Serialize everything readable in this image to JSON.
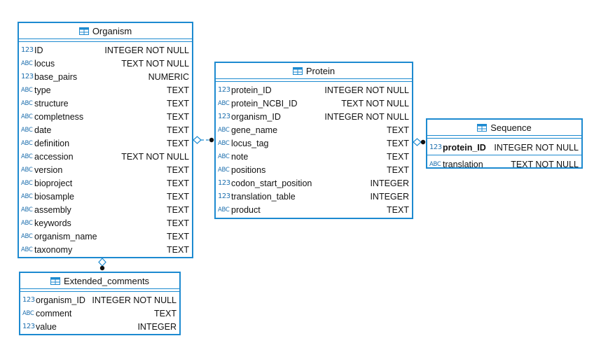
{
  "colors": {
    "border": "#1d8ad0",
    "icon": "#1d6fae",
    "connector": "#1d8ad0"
  },
  "icons": {
    "table": "table-icon",
    "number_type": "123",
    "text_type": "ABC"
  },
  "entities": {
    "organism": {
      "name": "Organism",
      "columns": [
        {
          "icon": "123",
          "name": "ID",
          "type": "INTEGER NOT NULL"
        },
        {
          "icon": "ABC",
          "name": "locus",
          "type": "TEXT NOT NULL"
        },
        {
          "icon": "123",
          "name": "base_pairs",
          "type": "NUMERIC"
        },
        {
          "icon": "ABC",
          "name": "type",
          "type": "TEXT"
        },
        {
          "icon": "ABC",
          "name": "structure",
          "type": "TEXT"
        },
        {
          "icon": "ABC",
          "name": "completness",
          "type": "TEXT"
        },
        {
          "icon": "ABC",
          "name": "date",
          "type": "TEXT"
        },
        {
          "icon": "ABC",
          "name": "definition",
          "type": "TEXT"
        },
        {
          "icon": "ABC",
          "name": "accession",
          "type": "TEXT NOT NULL"
        },
        {
          "icon": "ABC",
          "name": "version",
          "type": "TEXT"
        },
        {
          "icon": "ABC",
          "name": "bioproject",
          "type": "TEXT"
        },
        {
          "icon": "ABC",
          "name": "biosample",
          "type": "TEXT"
        },
        {
          "icon": "ABC",
          "name": "assembly",
          "type": "TEXT"
        },
        {
          "icon": "ABC",
          "name": "keywords",
          "type": "TEXT"
        },
        {
          "icon": "ABC",
          "name": "organism_name",
          "type": "TEXT"
        },
        {
          "icon": "ABC",
          "name": "taxonomy",
          "type": "TEXT"
        }
      ]
    },
    "protein": {
      "name": "Protein",
      "columns": [
        {
          "icon": "123",
          "name": "protein_ID",
          "type": "INTEGER NOT NULL"
        },
        {
          "icon": "ABC",
          "name": "protein_NCBI_ID",
          "type": "TEXT NOT NULL"
        },
        {
          "icon": "123",
          "name": "organism_ID",
          "type": "INTEGER NOT NULL"
        },
        {
          "icon": "ABC",
          "name": "gene_name",
          "type": "TEXT"
        },
        {
          "icon": "ABC",
          "name": "locus_tag",
          "type": "TEXT"
        },
        {
          "icon": "ABC",
          "name": "note",
          "type": "TEXT"
        },
        {
          "icon": "ABC",
          "name": "positions",
          "type": "TEXT"
        },
        {
          "icon": "123",
          "name": "codon_start_position",
          "type": "INTEGER"
        },
        {
          "icon": "123",
          "name": "translation_table",
          "type": "INTEGER"
        },
        {
          "icon": "ABC",
          "name": "product",
          "type": "TEXT"
        }
      ]
    },
    "sequence": {
      "name": "Sequence",
      "columns": [
        {
          "icon": "123",
          "name": "protein_ID",
          "type": "INTEGER NOT NULL"
        },
        {
          "icon": "ABC",
          "name": "translation",
          "type": "TEXT NOT NULL"
        }
      ]
    },
    "extended_comments": {
      "name": "Extended_comments",
      "columns": [
        {
          "icon": "123",
          "name": "organism_ID",
          "type": "INTEGER NOT NULL"
        },
        {
          "icon": "ABC",
          "name": "comment",
          "type": "TEXT"
        },
        {
          "icon": "123",
          "name": "value",
          "type": "INTEGER"
        }
      ]
    }
  }
}
